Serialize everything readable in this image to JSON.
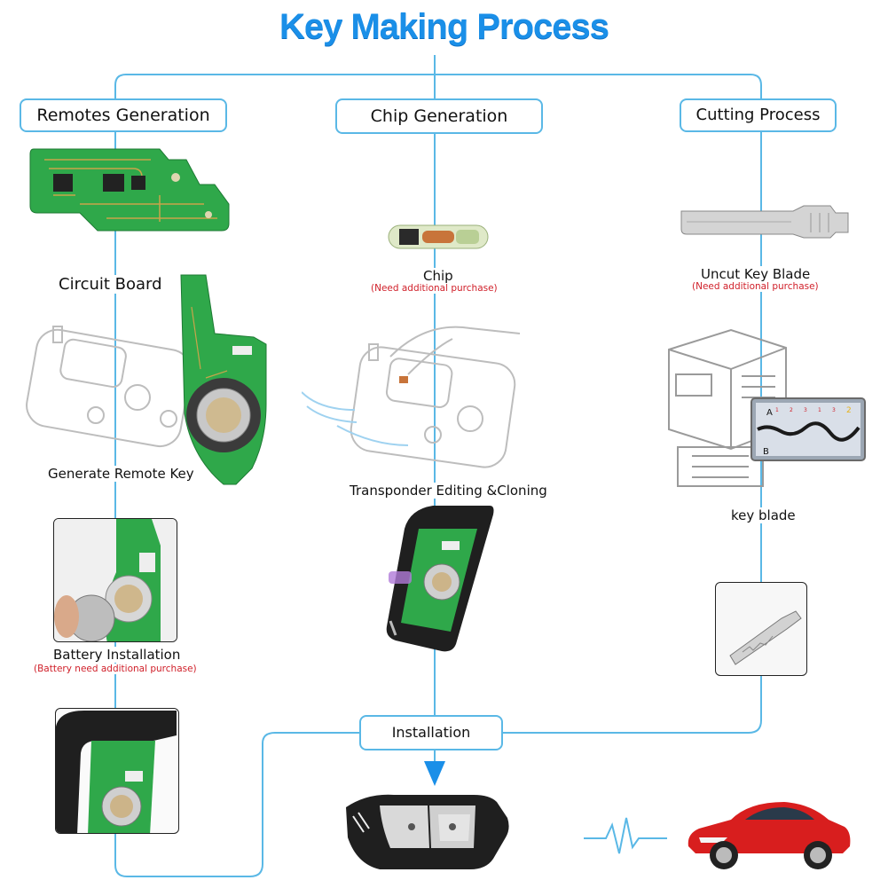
{
  "title": "Key Making Process",
  "columns": {
    "remote": {
      "heading": "Remotes Generation",
      "circuit_label": "Circuit Board",
      "generate_label": "Generate Remote Key",
      "battery_label": "Battery Installation",
      "battery_note": "(Battery need additional purchase)"
    },
    "chip": {
      "heading": "Chip Generation",
      "chip_label": "Chip",
      "chip_note": "(Need additional purchase)",
      "transponder_label": "Transponder Editing &Cloning"
    },
    "cutting": {
      "heading": "Cutting Process",
      "blade_label": "Uncut Key  Blade",
      "blade_note": "(Need additional purchase)",
      "key_blade_label": "key blade",
      "graph_letter_a": "A",
      "graph_letter_b": "B"
    }
  },
  "installation_label": "Installation",
  "colors": {
    "title_blue": "#1a8fe8",
    "line_blue": "#5ab8e6",
    "note_red": "#d0202a",
    "pcb_green": "#2fa84a",
    "car_red": "#d81e1e"
  }
}
